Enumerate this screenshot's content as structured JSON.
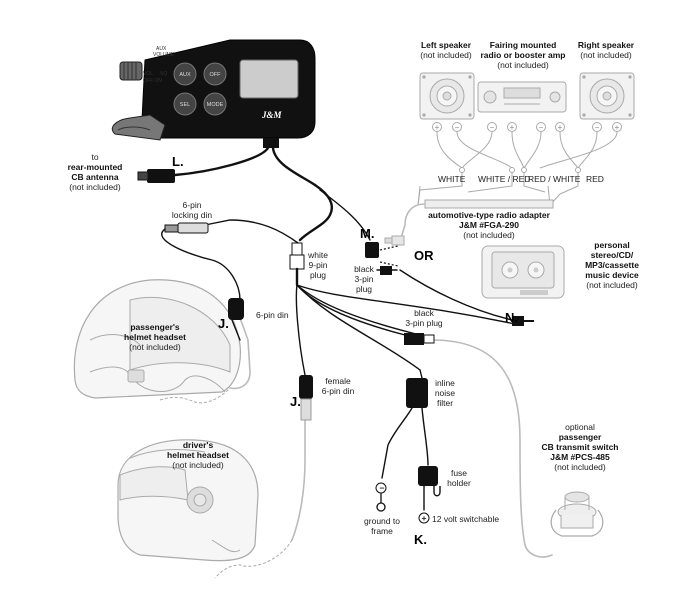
{
  "labels": {
    "left_speaker": "Left speaker",
    "not_included": "(not included)",
    "fairing_line1": "Fairing mounted",
    "fairing_line2": "radio or booster amp",
    "right_speaker": "Right speaker",
    "cb_to": "to",
    "cb_line1": "rear-mounted",
    "cb_line2": "CB antenna",
    "letter_L": "L.",
    "white": "WHITE",
    "white_red": "WHITE / RED",
    "red_white": "RED / WHITE",
    "red": "RED",
    "adapter_line1": "automotive-type radio adapter",
    "adapter_line2": "J&M #FGA-290",
    "letter_M": "M.",
    "or": "OR",
    "six_pin_line1": "6-pin",
    "six_pin_line2": "locking din",
    "white_9pin_line1": "white",
    "white_9pin_line2": "9-pin",
    "white_9pin_line3": "plug",
    "black_3pin_line1": "black",
    "black_3pin_line2": "3-pin",
    "black_3pin_line3": "plug",
    "personal_line1": "personal",
    "personal_line2": "stereo/CD/",
    "personal_line3": "MP3/cassette",
    "personal_line4": "music device",
    "passenger_line1": "passenger's",
    "passenger_line2": "helmet headset",
    "letter_J": "J.",
    "six_pin_din": "6-pin din",
    "letter_N": "N.",
    "black_3pin_plug_line1": "black",
    "black_3pin_plug_line2": "3-pin plug",
    "female_line1": "female",
    "female_line2": "6-pin din",
    "inline_line1": "inline",
    "inline_line2": "noise",
    "inline_line3": "filter",
    "driver_line1": "driver's",
    "driver_line2": "helmet headset",
    "optional": "optional",
    "ptt_line1": "passenger",
    "ptt_line2": "CB transmit switch",
    "ptt_line3": "J&M #PCS-485",
    "fuse_line1": "fuse",
    "fuse_line2": "holder",
    "ground_line1": "ground to",
    "ground_line2": "frame",
    "twelve_volt": "12 volt switchable",
    "letter_K": "K.",
    "minus": "−",
    "plus": "+"
  },
  "device": {
    "knob_aux": "AUX",
    "knob_volume": "VOLUME",
    "switch_vol": "VOL",
    "switch_sq": "SQ",
    "switch_off_on": "OFF  ON",
    "logo": "J&M"
  },
  "colors": {
    "ink": "#111111",
    "gray_line": "#aaaaaa",
    "gray_fill": "#f2f2f2"
  }
}
